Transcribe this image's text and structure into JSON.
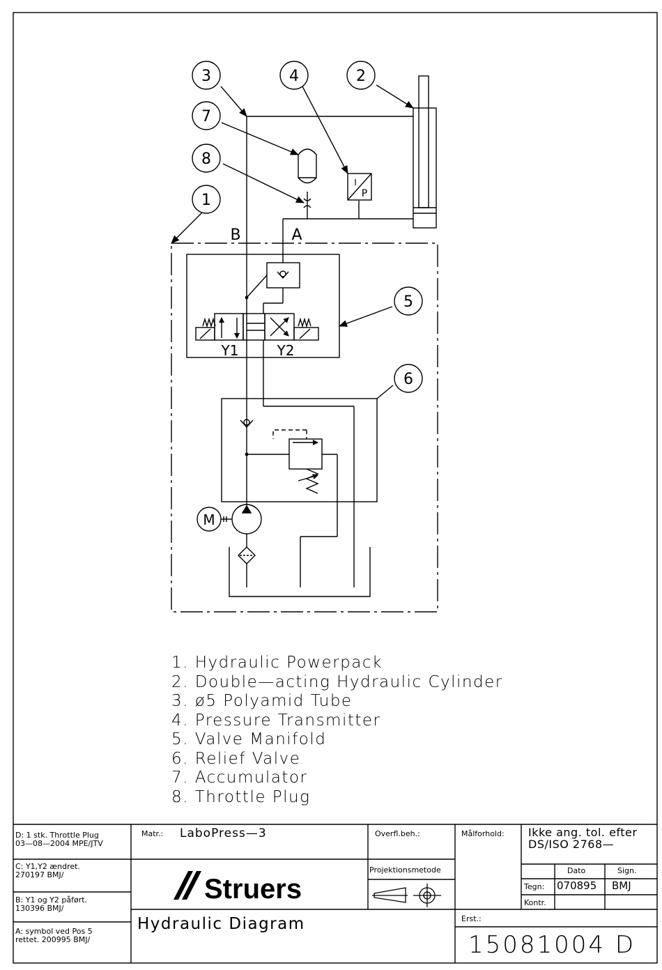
{
  "diagram": {
    "labels": {
      "port_b": "B",
      "port_a": "A",
      "y1": "Y1",
      "y2": "Y2",
      "motor": "M",
      "transmitter_i": "I",
      "transmitter_p": "P"
    },
    "callouts": [
      "1",
      "2",
      "3",
      "4",
      "5",
      "6",
      "7",
      "8"
    ]
  },
  "legend": [
    "1.  Hydraulic  Powerpack",
    "2.  Double—acting  Hydraulic  Cylinder",
    "3.  ø5  Polyamid  Tube",
    "4.  Pressure  Transmitter",
    "5.  Valve  Manifold",
    "6.  Relief  Valve",
    "7.  Accumulator",
    "8.  Throttle  Plug"
  ],
  "title_block": {
    "revisions": [
      {
        "line1": "D: 1 stk. Throttle Plug",
        "line2": "03—08—2004 MPE/JTV"
      },
      {
        "line1": "C: Y1,Y2 ændret.",
        "line2": "270197 BMJ/"
      },
      {
        "line1": "B: Y1 og Y2 påført.",
        "line2": "130396 BMJ/"
      },
      {
        "line1": "A: symbol ved Pos 5",
        "line2": "rettet. 200995 BMJ/"
      }
    ],
    "matr_label": "Matr.:",
    "matr_value": "LaboPress—3",
    "overfl_label": "Overfl.beh.:",
    "maalforhold_label": "Målforhold:",
    "tolerance_line1": "Ikke  ang.  tol.  efter",
    "tolerance_line2": "DS/ISO  2768—",
    "brand": "Struers",
    "projection_label": "Projektionsmetode",
    "dato_label": "Dato",
    "sign_label": "Sign.",
    "tegn_label": "Tegn:",
    "tegn_date": "070895",
    "tegn_sign": "BMJ",
    "kontr_label": "Kontr.",
    "title": "Hydraulic  Diagram",
    "erst_label": "Erst.:",
    "drawing_number": "15081004  D"
  }
}
